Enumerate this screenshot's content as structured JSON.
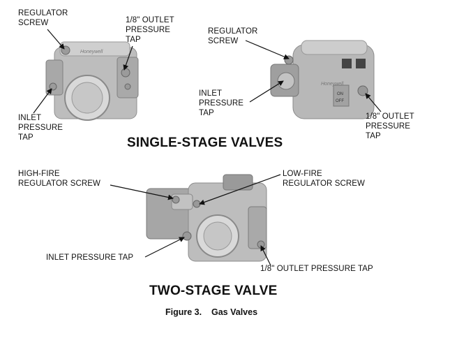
{
  "figure": {
    "number_label": "Figure 3.",
    "title": "Gas Valves"
  },
  "sections": {
    "single_stage_heading": "SINGLE-STAGE VALVES",
    "two_stage_heading": "TWO-STAGE VALVE"
  },
  "callouts": {
    "left_regulator_screw": "REGULATOR\nSCREW",
    "left_outlet_tap": "1/8\" OUTLET\nPRESSURE\nTAP",
    "left_inlet_tap": "INLET\nPRESSURE\nTAP",
    "right_regulator_screw": "REGULATOR\nSCREW",
    "right_inlet_tap": "INLET\nPRESSURE\nTAP",
    "right_outlet_tap": "1/8\" OUTLET\nPRESSURE\nTAP",
    "high_fire_screw": "HIGH-FIRE\nREGULATOR SCREW",
    "low_fire_screw": "LOW-FIRE\nREGULATOR SCREW",
    "two_stage_inlet_tap": "INLET PRESSURE TAP",
    "two_stage_outlet_tap": "1/8\" OUTLET PRESSURE TAP"
  },
  "valve_markings": {
    "brand_left": "Honeywell",
    "brand_right": "Honeywell",
    "switch_on": "ON",
    "switch_off": "OFF"
  },
  "colors": {
    "valve_body": "#b9b9b9",
    "valve_dark": "#8a8a8a",
    "valve_light": "#d6d6d6",
    "text": "#111111"
  }
}
